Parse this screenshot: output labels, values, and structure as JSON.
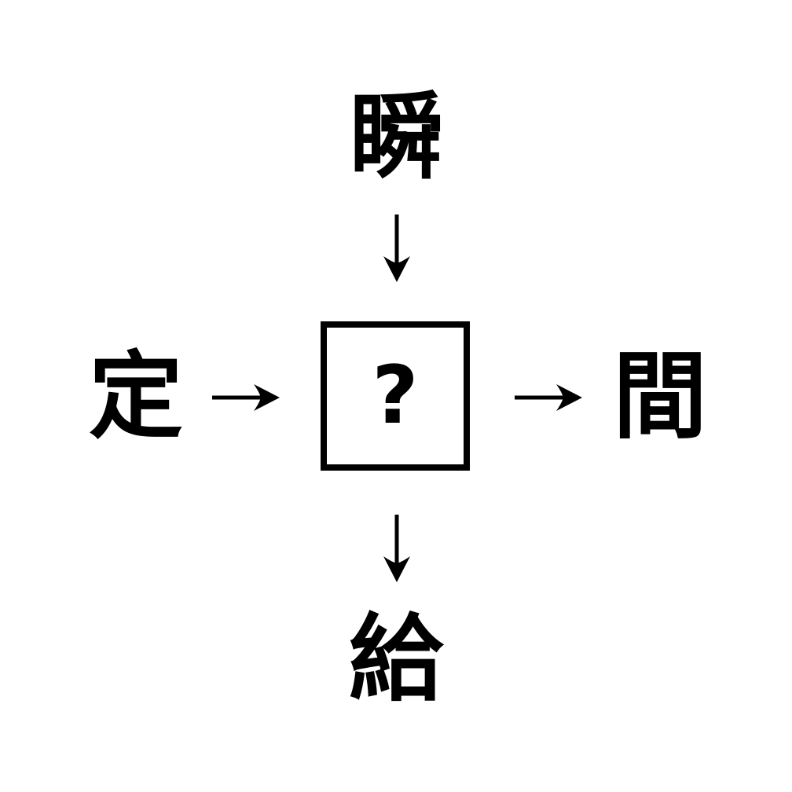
{
  "puzzle": {
    "top_kanji": "瞬",
    "left_kanji": "定",
    "right_kanji": "間",
    "bottom_kanji": "給",
    "center_placeholder": "?"
  },
  "icons": {
    "arrow_down": "down-arrow-icon",
    "arrow_right": "right-arrow-icon"
  },
  "colors": {
    "ink": "#000000",
    "background": "#ffffff"
  }
}
